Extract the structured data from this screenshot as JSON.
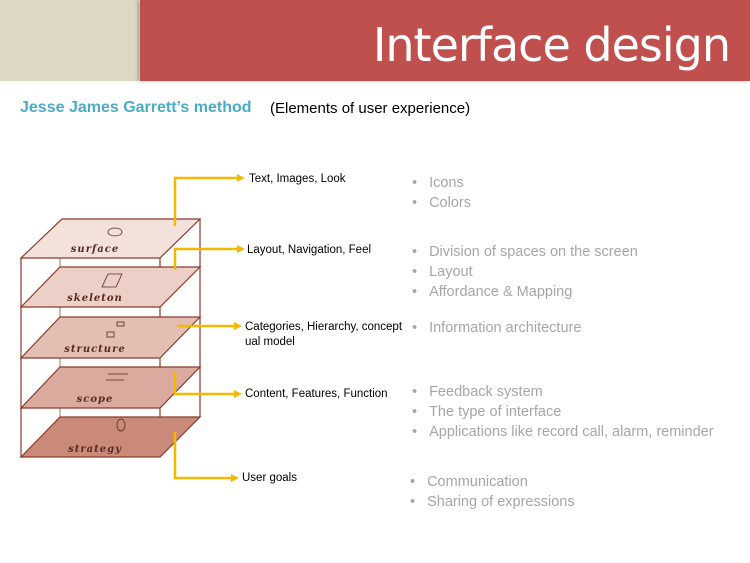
{
  "header": {
    "title": "Interface design"
  },
  "subtitle": {
    "method": "Jesse James Garrett’s method",
    "book": "(Elements of user experience)"
  },
  "diagram": {
    "layers": [
      "surface",
      "skeleton",
      "structure",
      "scope",
      "strategy"
    ],
    "labels": [
      "Text, Images, Look",
      "Layout, Navigation, Feel",
      "Categories, Hierarchy, concept ual model",
      "Content, Features, Function",
      "User goals"
    ]
  },
  "bullets": [
    [
      "Icons",
      "Colors"
    ],
    [
      "Division of spaces on the screen",
      "Layout",
      "Affordance & Mapping"
    ],
    [
      "Information architecture"
    ],
    [
      "Feedback system",
      "The type of interface",
      "Applications like record call, alarm, reminder"
    ],
    [
      "Communication",
      "Sharing of expressions"
    ]
  ],
  "colors": {
    "header": "#c0504d",
    "accent": "#4bacc6",
    "arrow": "#f5b800"
  }
}
